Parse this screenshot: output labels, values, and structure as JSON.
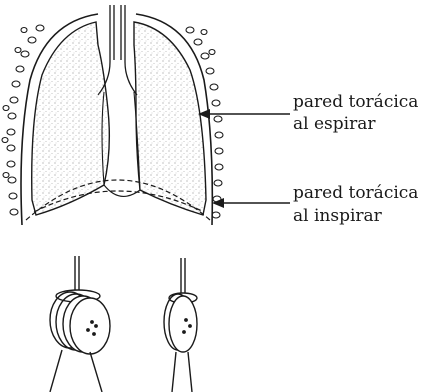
{
  "labels": {
    "expiration": {
      "line1": "pared torácica",
      "line2": "al espirar"
    },
    "inspiration": {
      "line1": "pared torácica",
      "line2": "al inspirar"
    }
  },
  "colors": {
    "ink": "#1a1a1a",
    "paper": "#ffffff",
    "lung_stipple": "#9a9a9a"
  }
}
